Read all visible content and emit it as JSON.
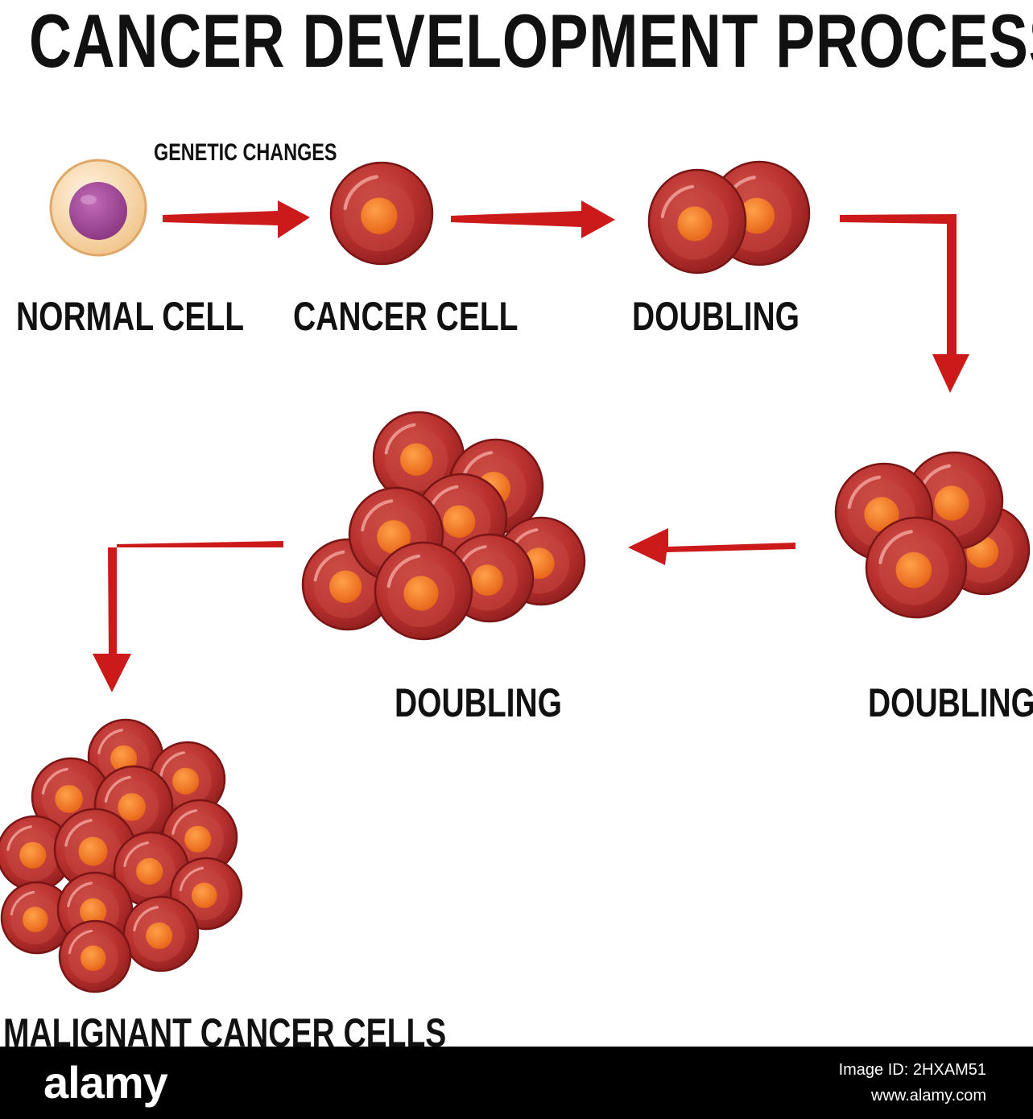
{
  "title": "CANCER DEVELOPMENT PROCESS",
  "annotation": "GENETIC CHANGES",
  "stages": {
    "normal_cell": "NORMAL CELL",
    "cancer_cell": "CANCER CELL",
    "doubling_1": "DOUBLING",
    "doubling_2": "DOUBLING",
    "doubling_3": "DOUBLING",
    "malignant": "MALIGNANT CANCER CELLS"
  },
  "colors": {
    "arrow": "#cc1a1a",
    "cancer_cell_body": "#b8302e",
    "cancer_cell_nucleus": "#f07a1e",
    "normal_cell_body": "#f5d3a4",
    "normal_cell_nucleus": "#9b3e8c"
  },
  "footer": {
    "brand": "alamy",
    "image_id": "Image ID: 2HXAM51",
    "site": "www.alamy.com"
  }
}
